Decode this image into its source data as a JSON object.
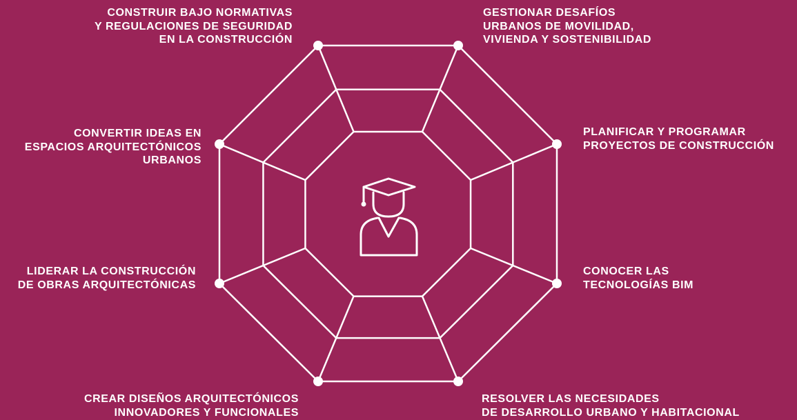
{
  "colors": {
    "background": "#9a2458",
    "stroke": "#ffffff"
  },
  "center_icon": "graduate-student-icon",
  "competencies": [
    {
      "id": "top-left",
      "lines": [
        "CONSTRUIR BAJO NORMATIVAS",
        "Y REGULACIONES DE SEGURIDAD",
        "EN LA CONSTRUCCIÓN"
      ]
    },
    {
      "id": "top-right",
      "lines": [
        "GESTIONAR DESAFÍOS",
        "URBANOS DE MOVILIDAD,",
        "VIVIENDA Y SOSTENIBILIDAD"
      ]
    },
    {
      "id": "right-upper",
      "lines": [
        "PLANIFICAR Y PROGRAMAR",
        "PROYECTOS DE CONSTRUCCIÓN"
      ]
    },
    {
      "id": "right-lower",
      "lines": [
        "CONOCER LAS",
        "TECNOLOGÍAS BIM"
      ]
    },
    {
      "id": "bottom-right",
      "lines": [
        "RESOLVER LAS NECESIDADES",
        "DE DESARROLLO URBANO Y HABITACIONAL"
      ]
    },
    {
      "id": "bottom-left",
      "lines": [
        "CREAR DISEÑOS ARQUITECTÓNICOS",
        "INNOVADORES Y FUNCIONALES"
      ]
    },
    {
      "id": "left-lower",
      "lines": [
        "LIDERAR LA CONSTRUCCIÓN",
        "DE OBRAS ARQUITECTÓNICAS"
      ]
    },
    {
      "id": "left-upper",
      "lines": [
        "CONVERTIR IDEAS EN",
        "ESPACIOS ARQUITECTÓNICOS",
        "URBANOS"
      ]
    }
  ]
}
